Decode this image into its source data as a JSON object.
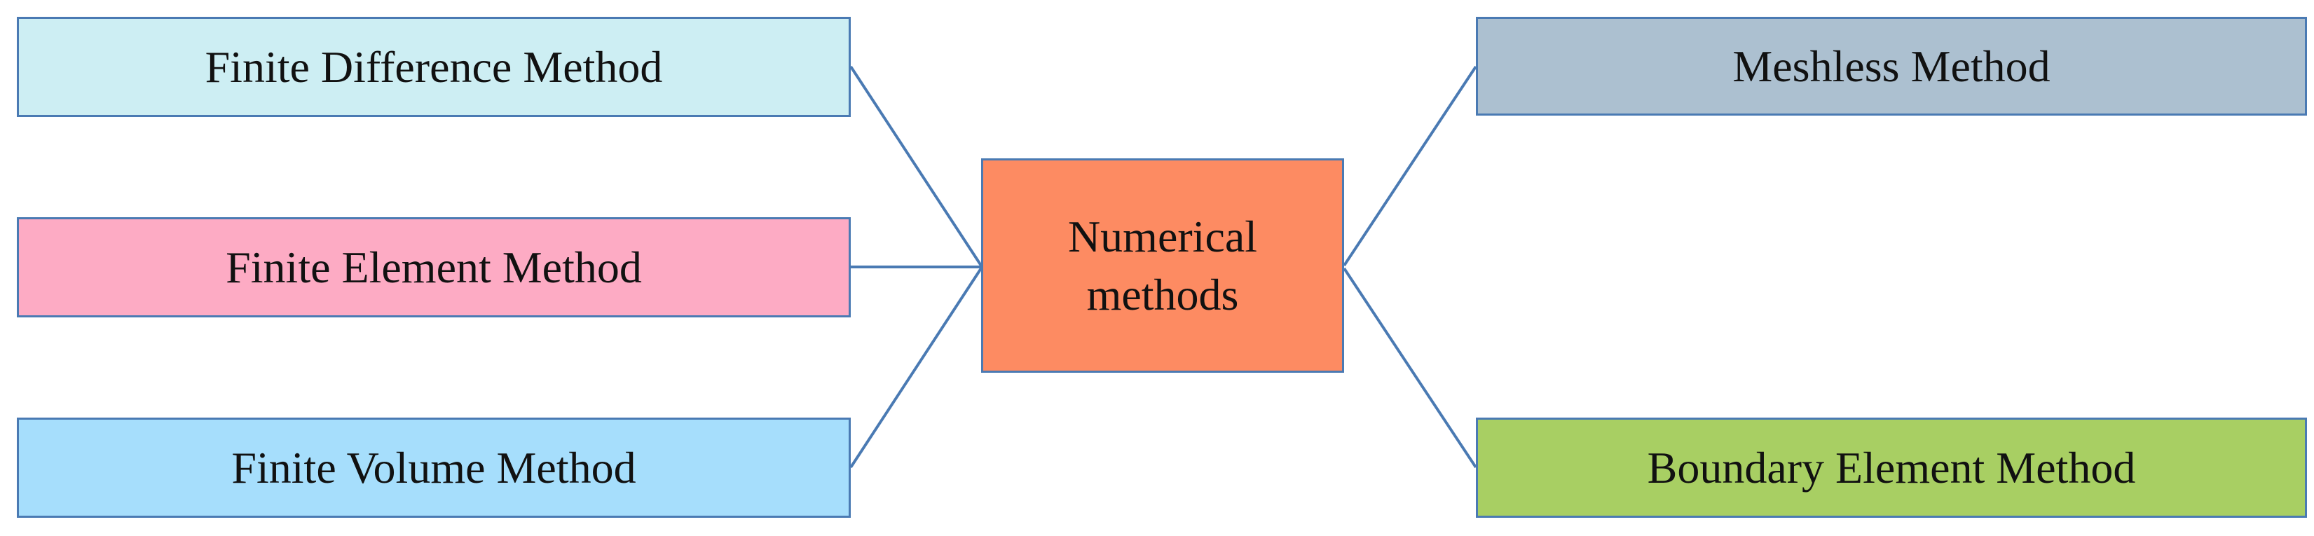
{
  "diagram": {
    "center": {
      "label": "Numerical methods",
      "color": "#fd8b62"
    },
    "left_nodes": [
      {
        "label": "Finite Difference Method",
        "color": "#cdeef3"
      },
      {
        "label": "Finite Element Method",
        "color": "#fdabc4"
      },
      {
        "label": "Finite Volume Method",
        "color": "#a6defc"
      }
    ],
    "right_nodes": [
      {
        "label": "Meshless Method",
        "color": "#acc0d0"
      },
      {
        "label": "Boundary Element Method",
        "color": "#a8cf63"
      }
    ],
    "border_color": "#4a7ab3",
    "line_color": "#4a7ab3"
  }
}
